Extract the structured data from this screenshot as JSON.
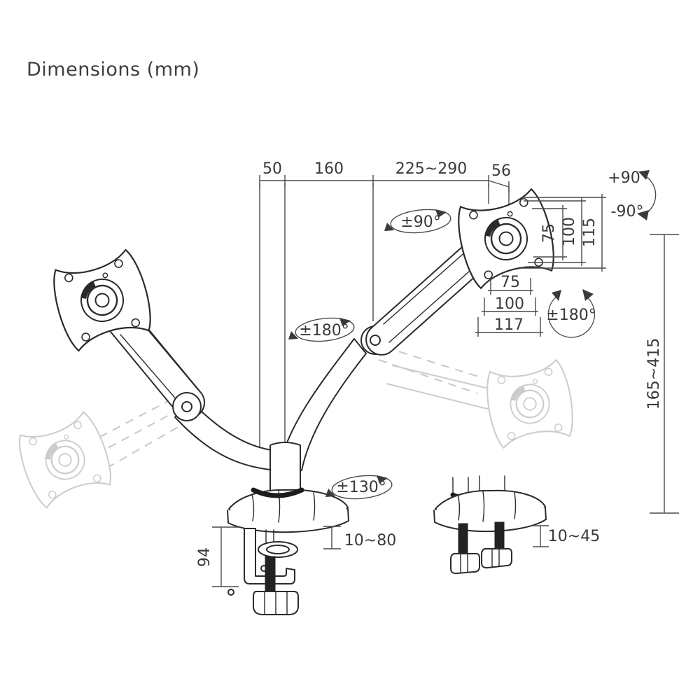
{
  "title": "Dimensions (mm)",
  "dims": {
    "top_50": "50",
    "top_160": "160",
    "top_reach": "225~290",
    "top_56": "56",
    "vesa_v_75": "75",
    "vesa_v_100": "100",
    "vesa_v_115": "115",
    "vesa_h_75": "75",
    "vesa_h_100": "100",
    "vesa_h_117": "117",
    "height_range": "165~415",
    "clamp_depth": "94",
    "clamp_range": "10~80",
    "grommet_range": "10~45"
  },
  "angles": {
    "tilt_up": "+90°",
    "tilt_down": "-90°",
    "swivel": "±90°",
    "arm_rotation": "±180°",
    "vesa_rotation": "±180°",
    "base_rotation": "±130°"
  },
  "colors": {
    "line": "#2b2b2b",
    "dim_line": "#4a4a4a",
    "text": "#3a3a3a",
    "ghost": "#cccccc",
    "background": "#ffffff"
  }
}
